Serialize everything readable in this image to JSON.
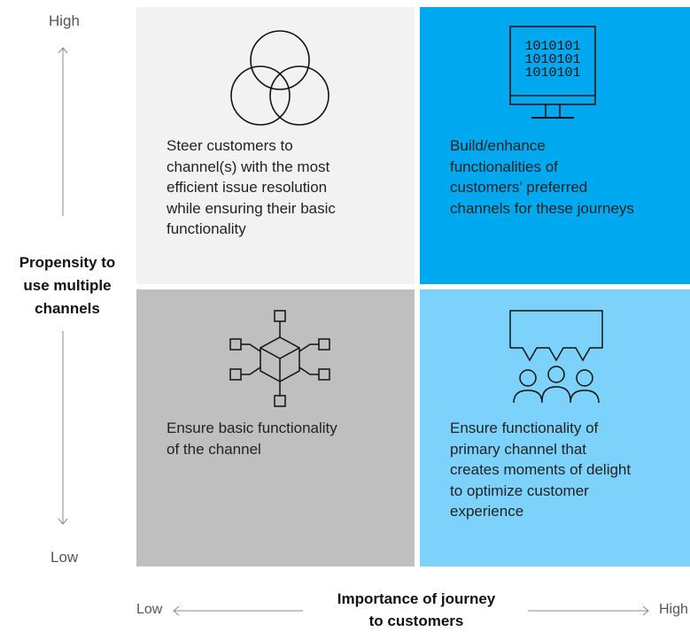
{
  "y_axis": {
    "high": "High",
    "low": "Low",
    "title_line1": "Propensity to",
    "title_line2": "use multiple",
    "title_line3": "channels"
  },
  "x_axis": {
    "low": "Low",
    "high": "High",
    "title_line1": "Importance of journey",
    "title_line2": "to customers"
  },
  "quadrants": {
    "top_left": {
      "icon": "venn-circles-icon",
      "lines": [
        "Steer customers to",
        "channel(s) with the most",
        "efficient issue resolution",
        "while ensuring their basic",
        "functionality"
      ],
      "color": "#f2f2f2"
    },
    "top_right": {
      "icon": "binary-monitor-icon",
      "binary_lines": [
        "1010101",
        "1010101",
        "1010101"
      ],
      "lines": [
        "Build/enhance",
        "functionalities of",
        "customers’ preferred",
        "channels for these journeys"
      ],
      "color": "#00a8f0"
    },
    "bottom_left": {
      "icon": "network-cube-icon",
      "lines": [
        "Ensure basic functionality",
        "of the channel"
      ],
      "color": "#bfbfbf"
    },
    "bottom_right": {
      "icon": "speech-bubble-people-icon",
      "lines": [
        "Ensure functionality of",
        "primary channel that",
        "creates moments of delight",
        "to optimize customer",
        "experience"
      ],
      "color": "#7dd2fb"
    }
  }
}
